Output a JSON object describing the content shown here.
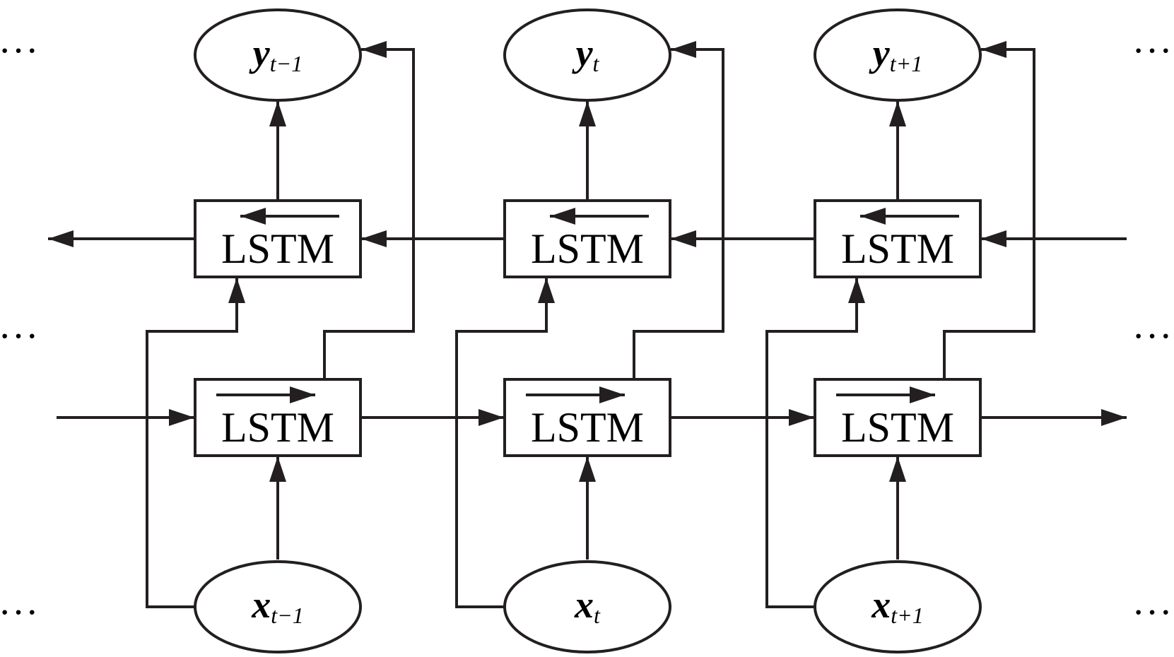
{
  "colors": {
    "stroke": "#231f20",
    "background": "#ffffff"
  },
  "lstm_label": "LSTM",
  "ellipsis": "···",
  "timesteps": [
    {
      "y_main": "y",
      "y_sub": "t−1",
      "x_main": "x",
      "x_sub": "t−1"
    },
    {
      "y_main": "y",
      "y_sub": "t",
      "x_main": "x",
      "x_sub": "t"
    },
    {
      "y_main": "y",
      "y_sub": "t+1",
      "x_main": "x",
      "x_sub": "t+1"
    }
  ]
}
